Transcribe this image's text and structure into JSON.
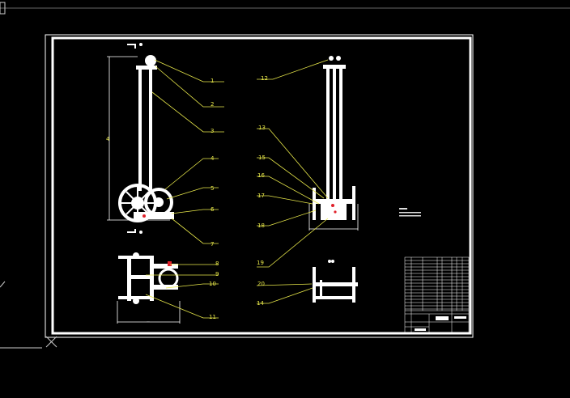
{
  "colors": {
    "background": "#000000",
    "linework": "#ffffff",
    "annotation": "#e8e84a",
    "highlight": "#e0202a"
  },
  "icons": {
    "ucs": "ucs-axis-icon",
    "cursor": "crosshair-cursor-icon"
  },
  "balloons_left": [
    "1",
    "2",
    "3",
    "4",
    "5",
    "6",
    "7",
    "8",
    "9",
    "10",
    "11"
  ],
  "balloons_right": [
    "12",
    "13",
    "15",
    "16",
    "17",
    "18",
    "19",
    "20",
    "14"
  ],
  "dimension_side": "4",
  "dimension_bottom": "—"
}
